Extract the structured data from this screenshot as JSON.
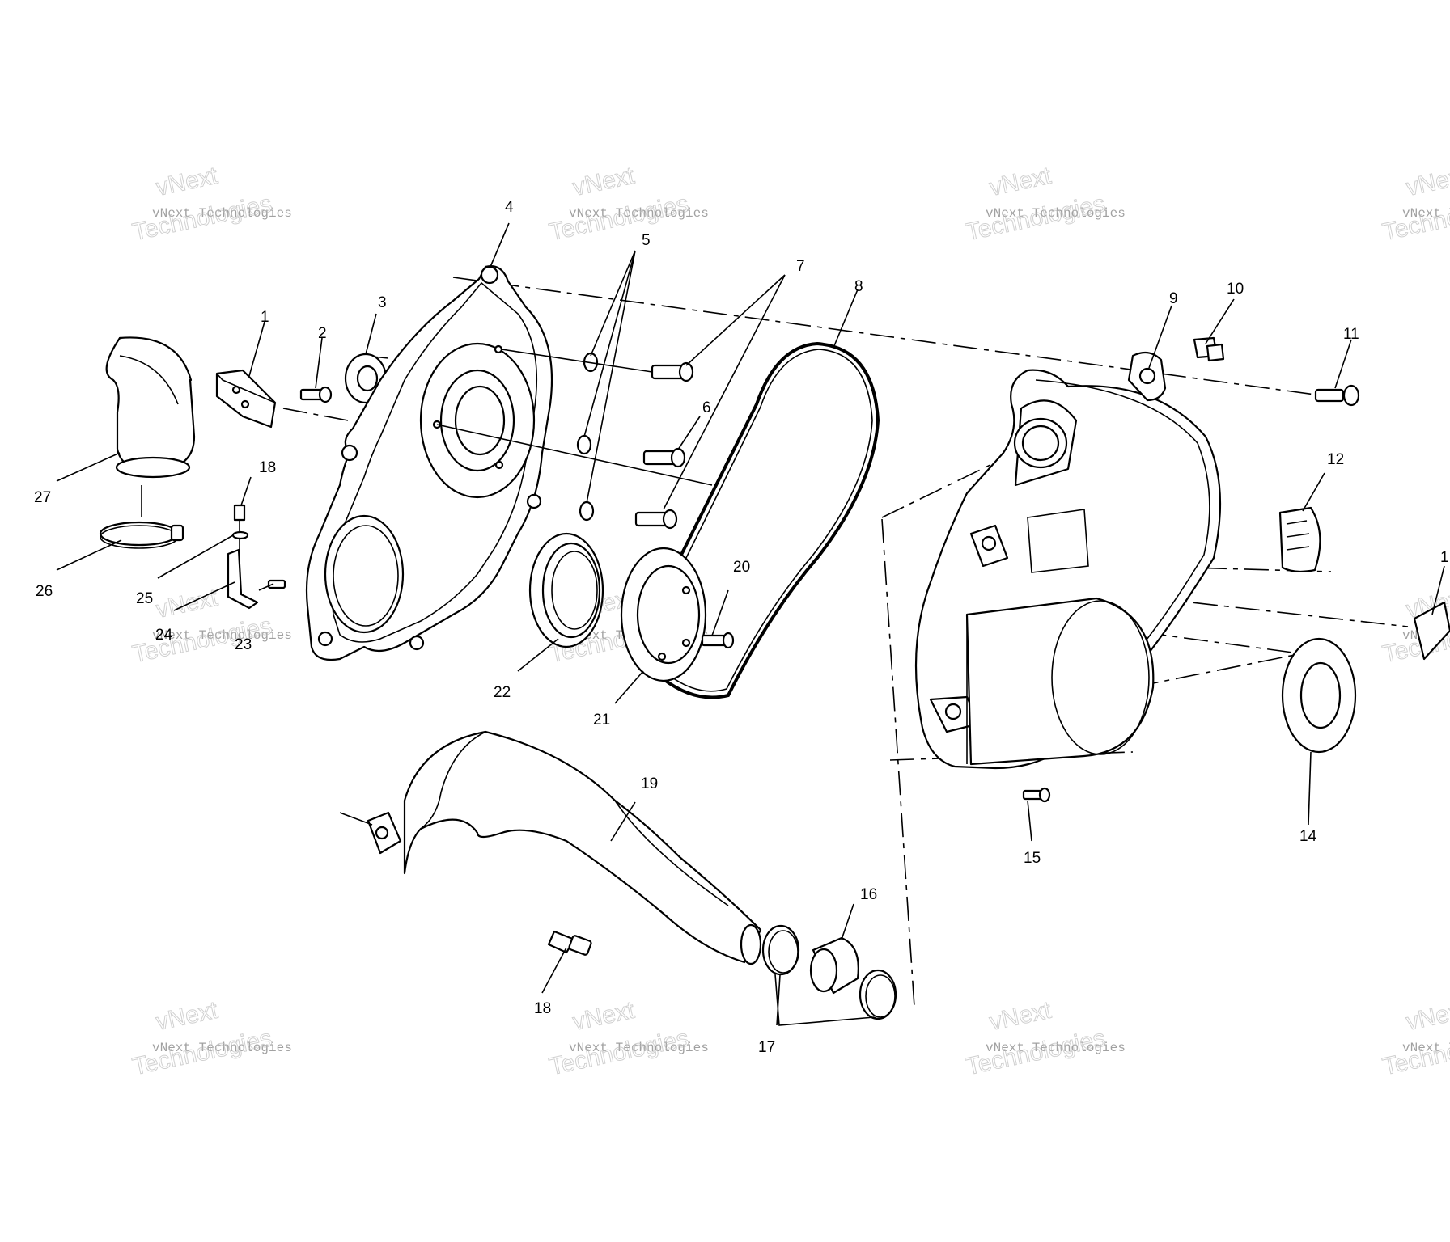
{
  "callouts": {
    "c1": "1",
    "c2": "2",
    "c3": "3",
    "c4": "4",
    "c5": "5",
    "c6": "6",
    "c7": "7",
    "c8": "8",
    "c9": "9",
    "c10": "10",
    "c11": "11",
    "c12": "12",
    "c13": "1",
    "c14": "14",
    "c15": "15",
    "c16": "16",
    "c17": "17",
    "c18a": "18",
    "c18b": "18",
    "c19": "19",
    "c20": "20",
    "c21": "21",
    "c22": "22",
    "c23": "23",
    "c24": "24",
    "c25": "25",
    "c26": "26",
    "c27": "27"
  },
  "watermark": {
    "line1": "vNext",
    "line2": "vNext Technologies",
    "line3": "Technologies",
    "line2_clipped": "vNext Te"
  }
}
